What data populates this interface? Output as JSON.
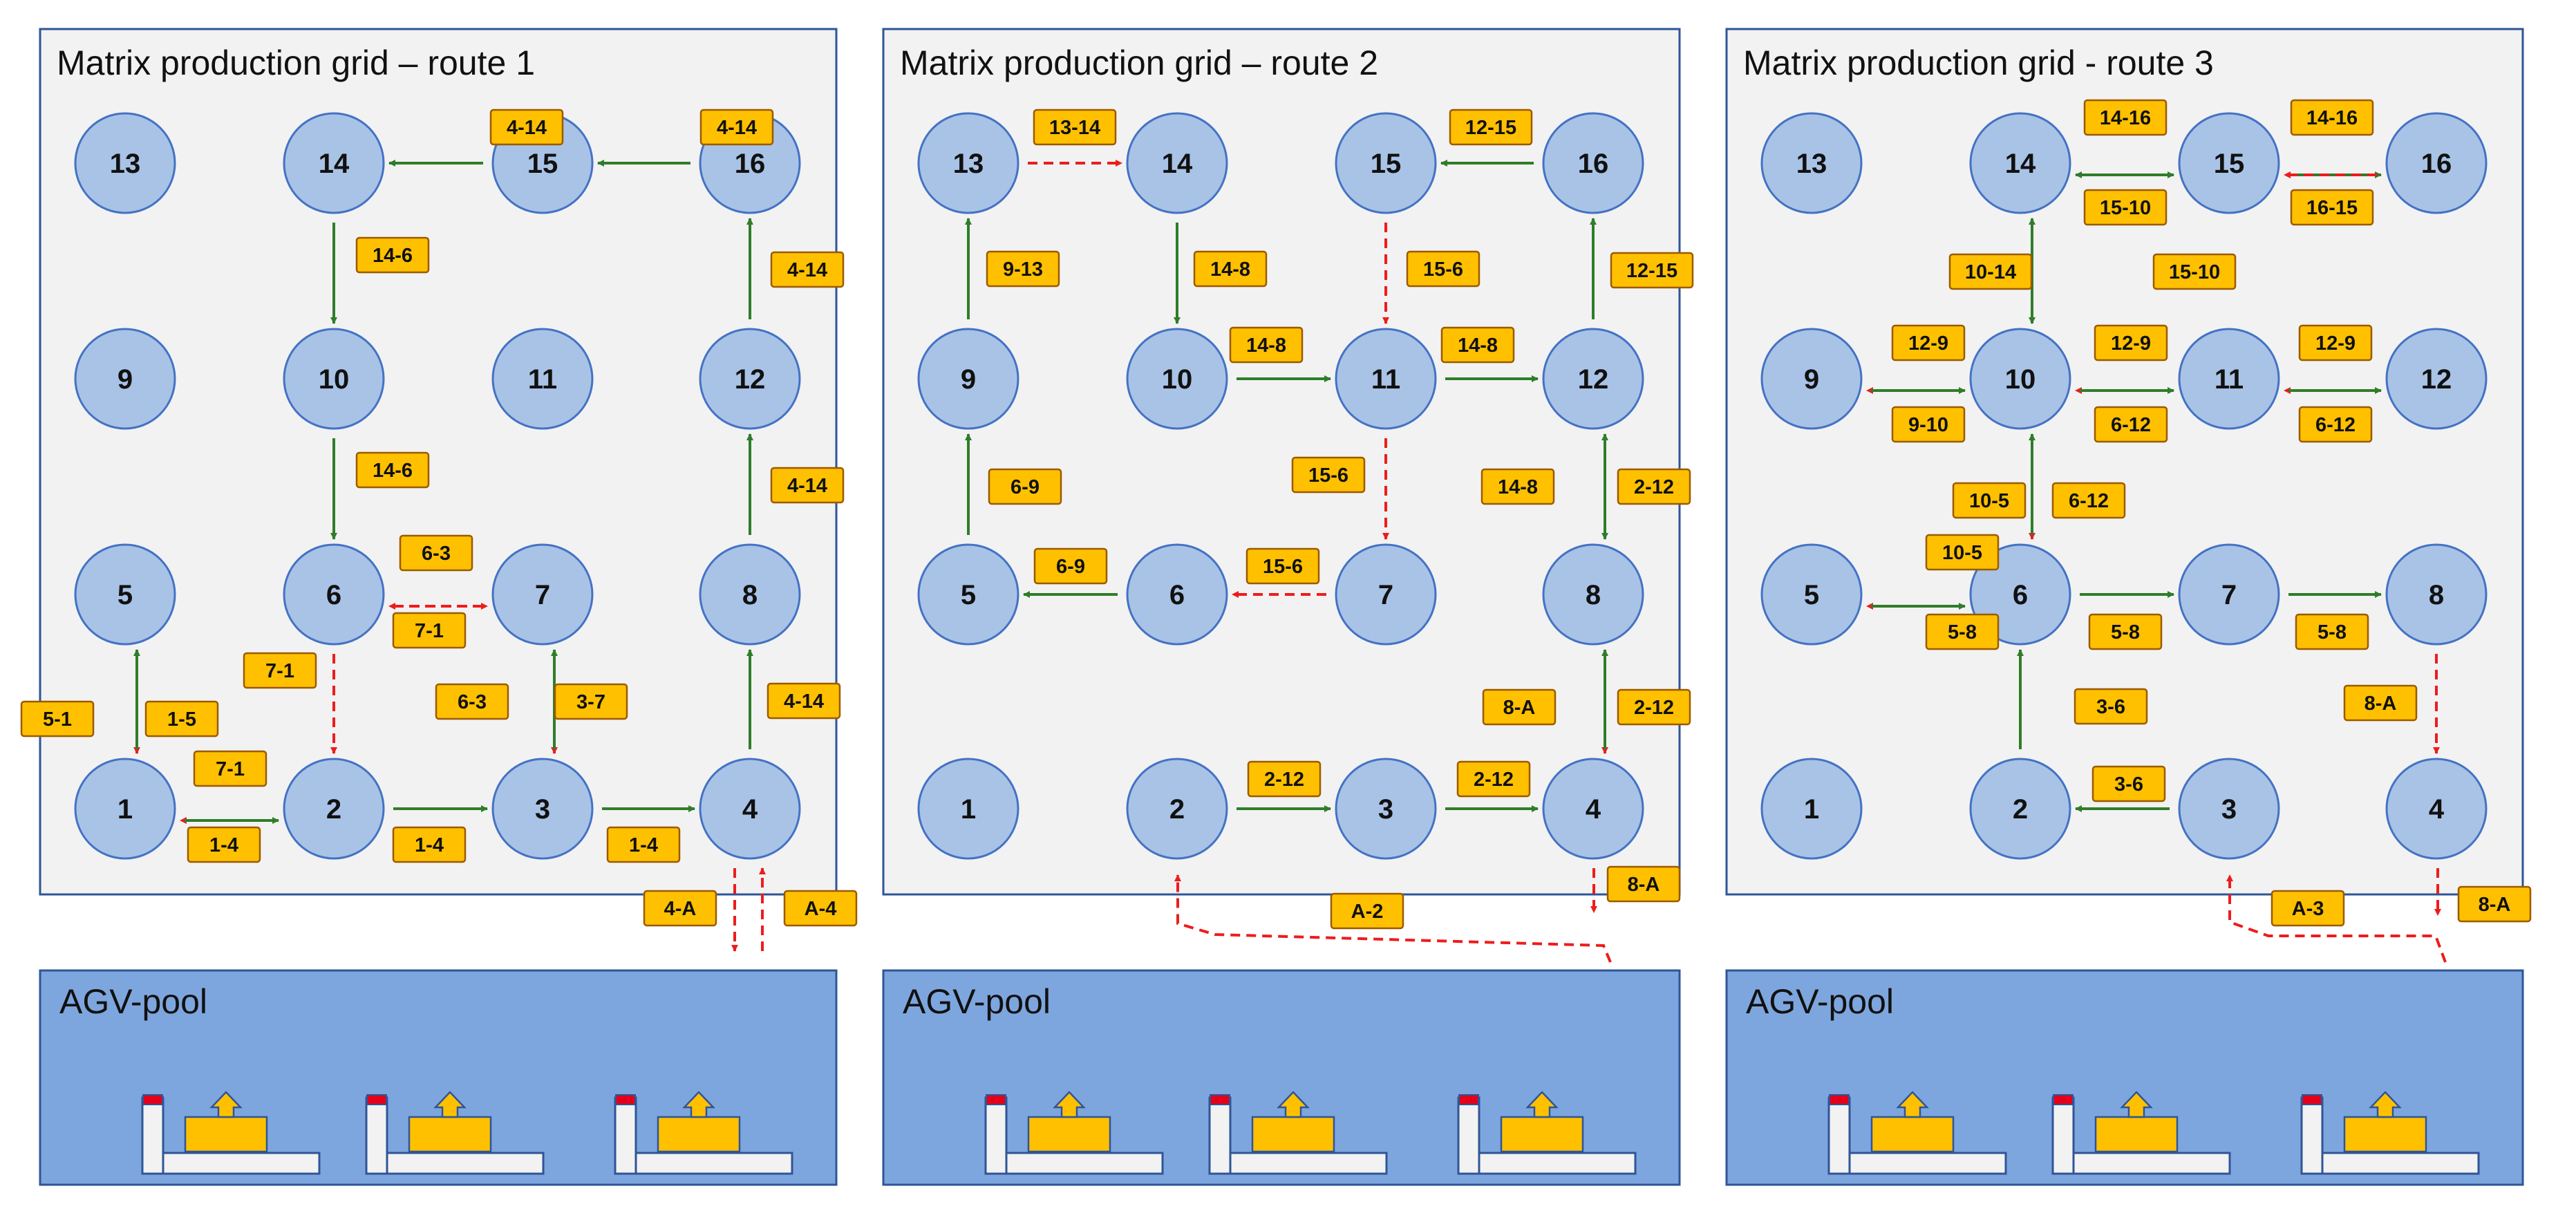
{
  "colors": {
    "panel_bg": "#f2f2f2",
    "panel_border": "#2f5597",
    "node_fill": "#a9c3e6",
    "node_stroke": "#4472c4",
    "tag_fill": "#ffc000",
    "tag_stroke": "#9c5a00",
    "solid_arrow": "#2f7d2a",
    "dashed_arrow": "#ee1c1c",
    "pool_bg": "#7ea6de",
    "agv_body": "#f2f2f2",
    "agv_load": "#ffc000",
    "agv_light": "#e3001b"
  },
  "grids": [
    {
      "title": "Matrix production grid – route 1",
      "nodes": [
        "1",
        "2",
        "3",
        "4",
        "5",
        "6",
        "7",
        "8",
        "9",
        "10",
        "11",
        "12",
        "13",
        "14",
        "15",
        "16"
      ],
      "edges": [
        {
          "from": "16",
          "to": "15",
          "label": "4-14",
          "style": "solid"
        },
        {
          "from": "15",
          "to": "14",
          "label": "4-14",
          "style": "solid"
        },
        {
          "from": "14",
          "to": "10",
          "label": "14-6",
          "style": "solid"
        },
        {
          "from": "10",
          "to": "6",
          "label": "14-6",
          "style": "solid"
        },
        {
          "from": "6",
          "to": "7",
          "label": "6-3",
          "style": "dashed"
        },
        {
          "from": "7",
          "to": "6",
          "label": "7-1",
          "style": "dashed"
        },
        {
          "from": "6",
          "to": "2",
          "label": "7-1",
          "style": "dashed"
        },
        {
          "from": "2",
          "to": "1",
          "label": "7-1",
          "style": "dashed"
        },
        {
          "from": "7",
          "to": "3",
          "label": "6-3",
          "style": "dashed"
        },
        {
          "from": "3",
          "to": "7",
          "label": "3-7",
          "style": "solid"
        },
        {
          "from": "5",
          "to": "1",
          "label": "5-1",
          "style": "dashed"
        },
        {
          "from": "1",
          "to": "5",
          "label": "1-5",
          "style": "solid"
        },
        {
          "from": "1",
          "to": "2",
          "label": "1-4",
          "style": "solid"
        },
        {
          "from": "2",
          "to": "3",
          "label": "1-4",
          "style": "solid"
        },
        {
          "from": "3",
          "to": "4",
          "label": "1-4",
          "style": "solid"
        },
        {
          "from": "4",
          "to": "8",
          "label": "4-14",
          "style": "solid"
        },
        {
          "from": "8",
          "to": "12",
          "label": "4-14",
          "style": "solid"
        },
        {
          "from": "12",
          "to": "16",
          "label": "4-14",
          "style": "solid"
        },
        {
          "from": "4",
          "to": "A",
          "label": "4-A",
          "style": "dashed"
        },
        {
          "from": "A",
          "to": "4",
          "label": "A-4",
          "style": "dashed"
        }
      ]
    },
    {
      "title": "Matrix production grid – route 2",
      "nodes": [
        "1",
        "2",
        "3",
        "4",
        "5",
        "6",
        "7",
        "8",
        "9",
        "10",
        "11",
        "12",
        "13",
        "14",
        "15",
        "16"
      ],
      "edges": [
        {
          "from": "13",
          "to": "14",
          "label": "13-14",
          "style": "dashed"
        },
        {
          "from": "16",
          "to": "15",
          "label": "12-15",
          "style": "solid"
        },
        {
          "from": "9",
          "to": "13",
          "label": "9-13",
          "style": "solid"
        },
        {
          "from": "14",
          "to": "10",
          "label": "14-8",
          "style": "solid"
        },
        {
          "from": "15",
          "to": "11",
          "label": "15-6",
          "style": "dashed"
        },
        {
          "from": "12",
          "to": "16",
          "label": "12-15",
          "style": "solid"
        },
        {
          "from": "10",
          "to": "11",
          "label": "14-8",
          "style": "solid"
        },
        {
          "from": "11",
          "to": "12",
          "label": "14-8",
          "style": "solid"
        },
        {
          "from": "5",
          "to": "9",
          "label": "6-9",
          "style": "solid"
        },
        {
          "from": "11",
          "to": "7",
          "label": "15-6",
          "style": "dashed"
        },
        {
          "from": "12",
          "to": "8",
          "label": "14-8",
          "style": "solid"
        },
        {
          "from": "8",
          "to": "12",
          "label": "2-12",
          "style": "solid"
        },
        {
          "from": "6",
          "to": "5",
          "label": "6-9",
          "style": "solid"
        },
        {
          "from": "7",
          "to": "6",
          "label": "15-6",
          "style": "dashed"
        },
        {
          "from": "8",
          "to": "4",
          "label": "8-A",
          "style": "dashed"
        },
        {
          "from": "4",
          "to": "8",
          "label": "2-12",
          "style": "solid"
        },
        {
          "from": "2",
          "to": "3",
          "label": "2-12",
          "style": "solid"
        },
        {
          "from": "3",
          "to": "4",
          "label": "2-12",
          "style": "solid"
        },
        {
          "from": "4",
          "to": "A",
          "label": "8-A",
          "style": "dashed"
        },
        {
          "from": "A",
          "to": "2",
          "label": "A-2",
          "style": "dashed"
        }
      ]
    },
    {
      "title": "Matrix production grid  - route 3",
      "nodes": [
        "1",
        "2",
        "3",
        "4",
        "5",
        "6",
        "7",
        "8",
        "9",
        "10",
        "11",
        "12",
        "13",
        "14",
        "15",
        "16"
      ],
      "edges": [
        {
          "from": "14",
          "to": "15",
          "label": "14-16",
          "style": "solid"
        },
        {
          "from": "15",
          "to": "14",
          "label": "15-10",
          "style": "solid"
        },
        {
          "from": "15",
          "to": "16",
          "label": "14-16",
          "style": "solid"
        },
        {
          "from": "16",
          "to": "15",
          "label": "16-15",
          "style": "dashed"
        },
        {
          "from": "10",
          "to": "14",
          "label": "10-14",
          "style": "solid"
        },
        {
          "from": "14",
          "to": "10",
          "label": "15-10",
          "style": "solid"
        },
        {
          "from": "10",
          "to": "9",
          "label": "12-9",
          "style": "dashed"
        },
        {
          "from": "9",
          "to": "10",
          "label": "9-10",
          "style": "solid"
        },
        {
          "from": "11",
          "to": "10",
          "label": "12-9",
          "style": "dashed"
        },
        {
          "from": "10",
          "to": "11",
          "label": "6-12",
          "style": "solid"
        },
        {
          "from": "12",
          "to": "11",
          "label": "12-9",
          "style": "dashed"
        },
        {
          "from": "11",
          "to": "12",
          "label": "6-12",
          "style": "solid"
        },
        {
          "from": "10",
          "to": "6",
          "label": "10-5",
          "style": "dashed"
        },
        {
          "from": "6",
          "to": "10",
          "label": "6-12",
          "style": "solid"
        },
        {
          "from": "6",
          "to": "5",
          "label": "10-5",
          "style": "dashed"
        },
        {
          "from": "5",
          "to": "6",
          "label": "5-8",
          "style": "solid"
        },
        {
          "from": "6",
          "to": "7",
          "label": "5-8",
          "style": "solid"
        },
        {
          "from": "7",
          "to": "8",
          "label": "5-8",
          "style": "solid"
        },
        {
          "from": "2",
          "to": "6",
          "label": "3-6",
          "style": "solid"
        },
        {
          "from": "3",
          "to": "2",
          "label": "3-6",
          "style": "solid"
        },
        {
          "from": "8",
          "to": "4",
          "label": "8-A",
          "style": "dashed"
        },
        {
          "from": "4",
          "to": "A",
          "label": "8-A",
          "style": "dashed"
        },
        {
          "from": "A",
          "to": "3",
          "label": "A-3",
          "style": "dashed"
        }
      ]
    }
  ],
  "pools": [
    {
      "title": "AGV-pool",
      "agvs": 3
    },
    {
      "title": "AGV-pool",
      "agvs": 3
    },
    {
      "title": "AGV-pool",
      "agvs": 3
    }
  ]
}
